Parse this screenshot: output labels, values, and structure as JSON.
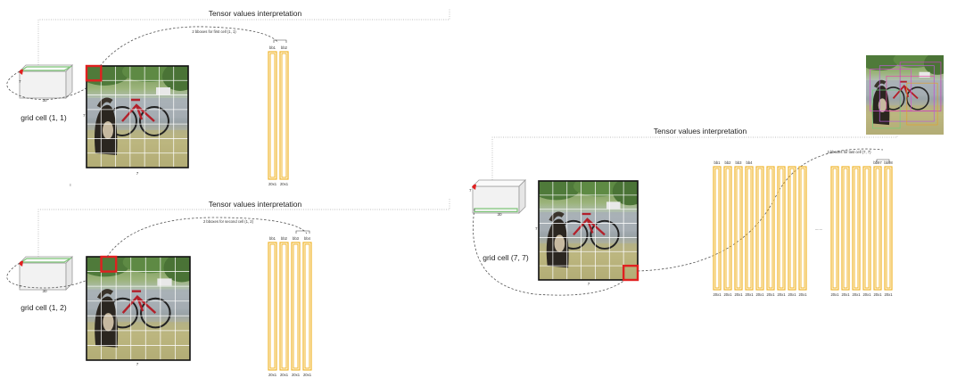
{
  "panels": [
    {
      "id": "cell-1-1",
      "title": "Tensor values interpretation",
      "cell_label": "grid cell (1, 1)",
      "bbox_note": "2 bboxes for first cell (1, 1)",
      "dim_grid": "7",
      "dim_depth": "30",
      "vectors": [
        "bb1",
        "bb2"
      ],
      "vector_size": "20x1",
      "stray_mark": "I"
    },
    {
      "id": "cell-1-2",
      "title": "Tensor values interpretation",
      "cell_label": "grid cell (1, 2)",
      "bbox_note": "2 bboxes for second cell (1, 2)",
      "dim_grid": "7",
      "dim_depth": "30",
      "vectors": [
        "bb1",
        "bb2",
        "bb3",
        "bb4"
      ],
      "vector_size": "20x1"
    },
    {
      "id": "cell-7-7",
      "title": "Tensor values interpretation",
      "cell_label": "grid cell (7, 7)",
      "bbox_note": "2 bboxes for last cell (7, 7)",
      "dim_grid": "7",
      "dim_depth": "30",
      "vectors_left": [
        "bb1",
        "bb2",
        "bb3",
        "bb4"
      ],
      "vectors_right": [
        "bb97",
        "bb98"
      ],
      "ellipsis": ".......",
      "vector_size": "20x1"
    }
  ],
  "colors": {
    "box_stroke": "#999999",
    "highlight": "#e02020",
    "vector": "#f0b429",
    "grid": "#ffffff",
    "tensor_face": "#f2f2f2",
    "tensor_green": "#7cc576",
    "dashed": "#555555"
  }
}
